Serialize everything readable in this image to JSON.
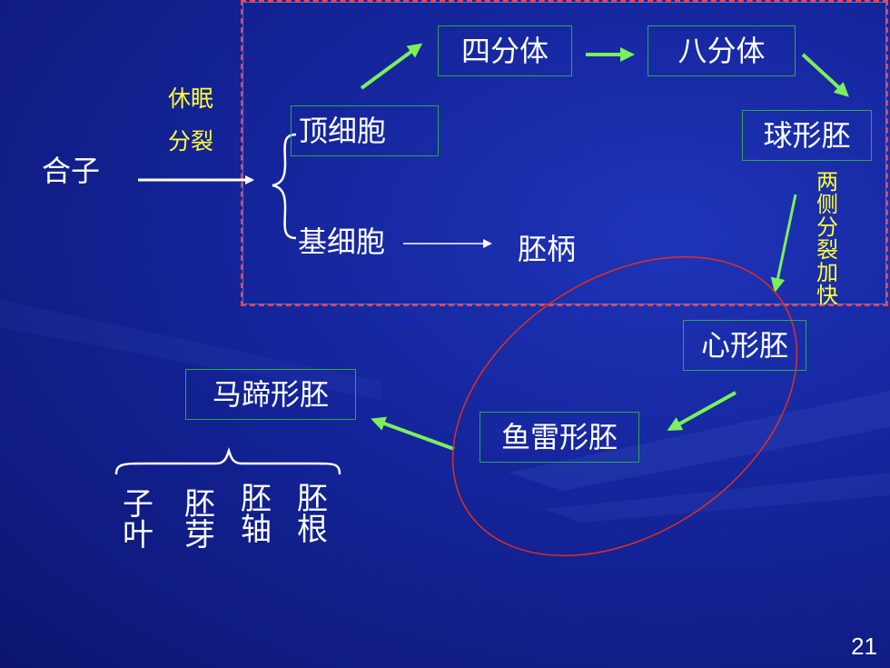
{
  "labels": {
    "zygote": "合子",
    "dormant": "休眠",
    "division": "分裂",
    "apical_cell": "顶细胞",
    "basal_cell": "基细胞",
    "suspensor": "胚柄",
    "quadrant": "四分体",
    "octant": "八分体",
    "globular": "球形胚",
    "side_division": "两侧分裂加快",
    "heart": "心形胚",
    "torpedo": "鱼雷形胚",
    "horseshoe": "马蹄形胚"
  },
  "organs": [
    "子叶",
    "胚芽",
    "胚轴",
    "胚根"
  ],
  "page_number": "21",
  "colors": {
    "background": "#14249a",
    "box_border": "#2ea84a",
    "green_arrow": "#7cf05a",
    "yellow_text": "#ffff33",
    "region_border": "#ff4040",
    "ellipse": "#e0301e"
  }
}
